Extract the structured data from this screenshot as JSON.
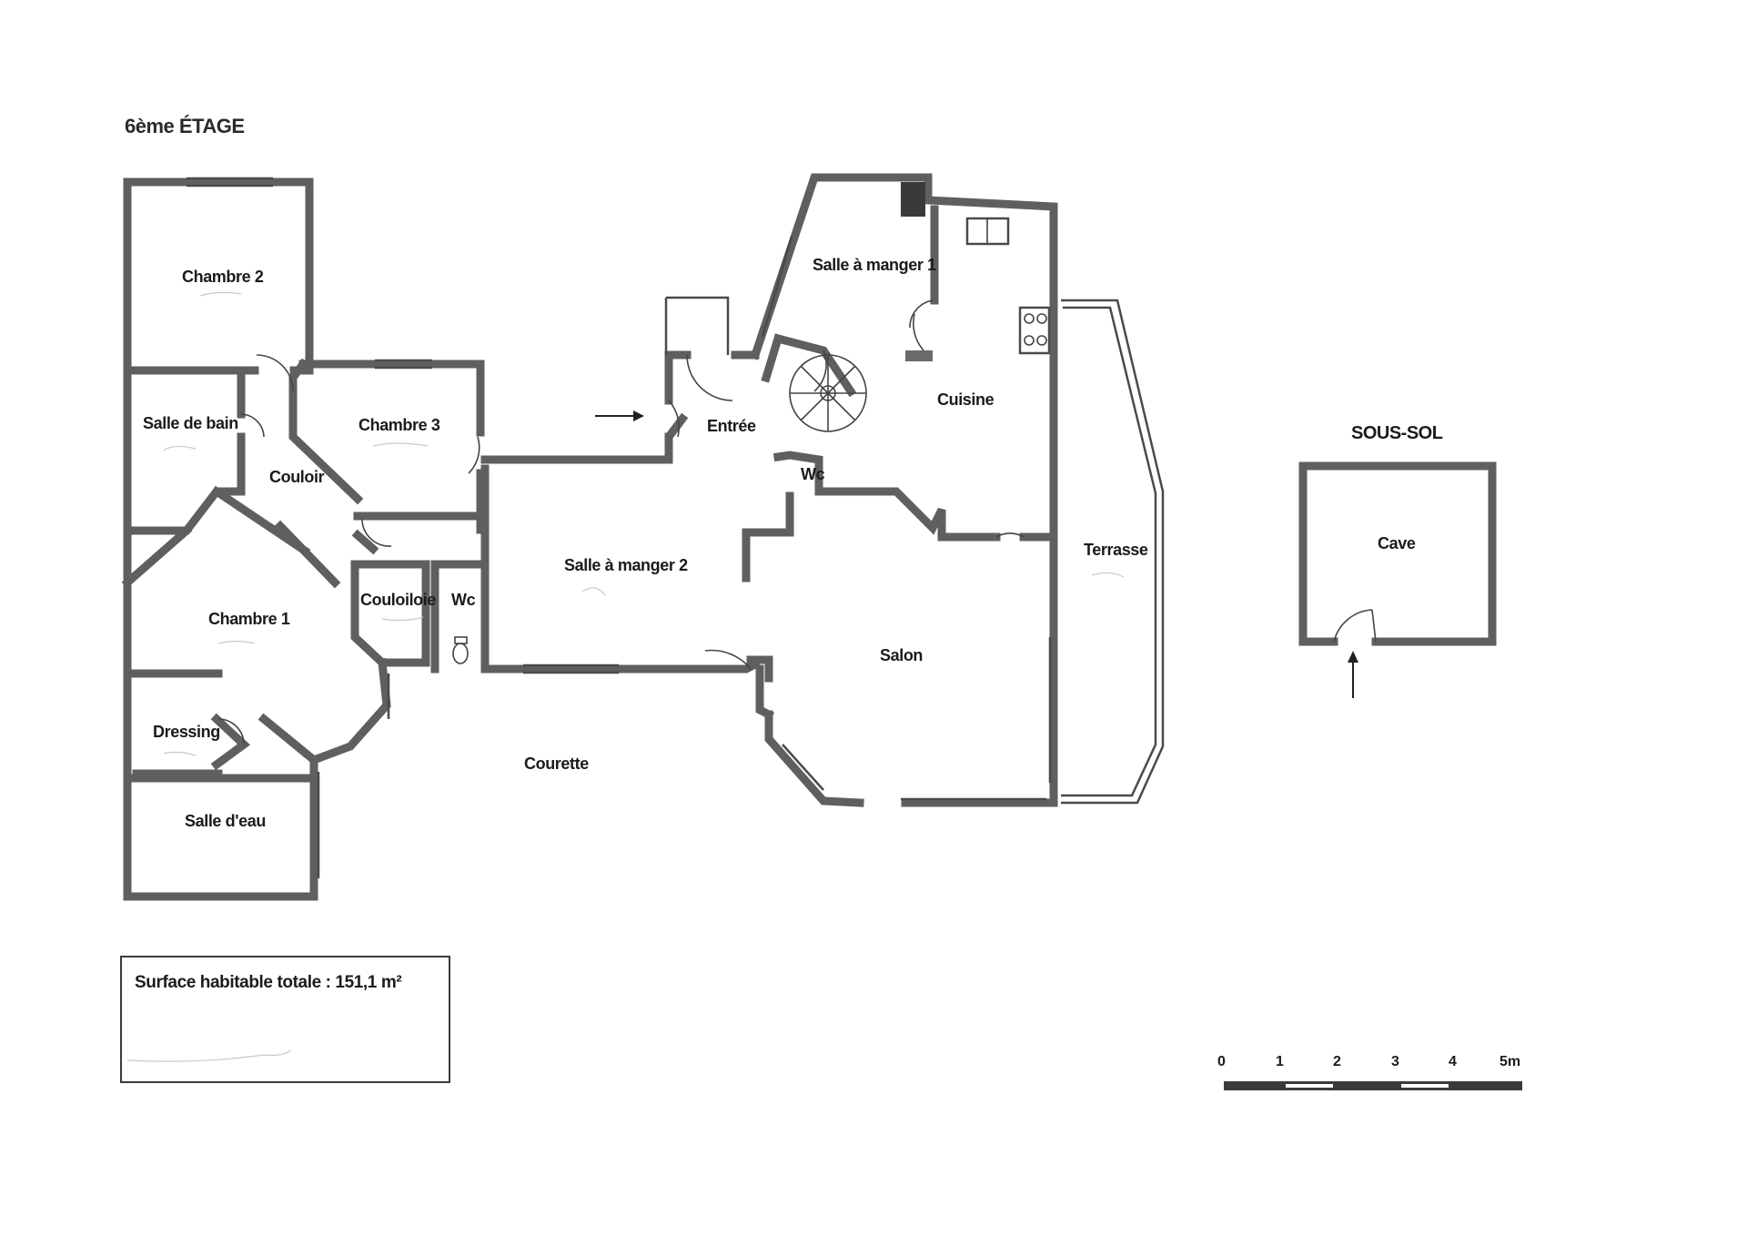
{
  "title": "6ème ÉTAGE",
  "rooms": {
    "chambre2": "Chambre 2",
    "salle_de_bain": "Salle de bain",
    "chambre3": "Chambre 3",
    "couloir": "Couloir",
    "chambre1": "Chambre 1",
    "couloir_small": "Couloiloie",
    "wc_left": "Wc",
    "dressing": "Dressing",
    "salle_deau": "Salle d'eau",
    "entree": "Entrée",
    "salle_a_manger1": "Salle à manger 1",
    "cuisine": "Cuisine",
    "wc_right": "Wc",
    "salle_a_manger2": "Salle à manger 2",
    "salon": "Salon",
    "terrasse": "Terrasse",
    "courette": "Courette"
  },
  "basement": {
    "title": "SOUS-SOL",
    "room": "Cave"
  },
  "surface": {
    "label": "Surface habitable totale : 151,1 m²"
  },
  "scale": {
    "ticks": [
      "0",
      "1",
      "2",
      "3",
      "4",
      "5m"
    ]
  },
  "colors": {
    "wall": "#5f5f5f",
    "text": "#1b1b1b",
    "background": "#ffffff"
  }
}
